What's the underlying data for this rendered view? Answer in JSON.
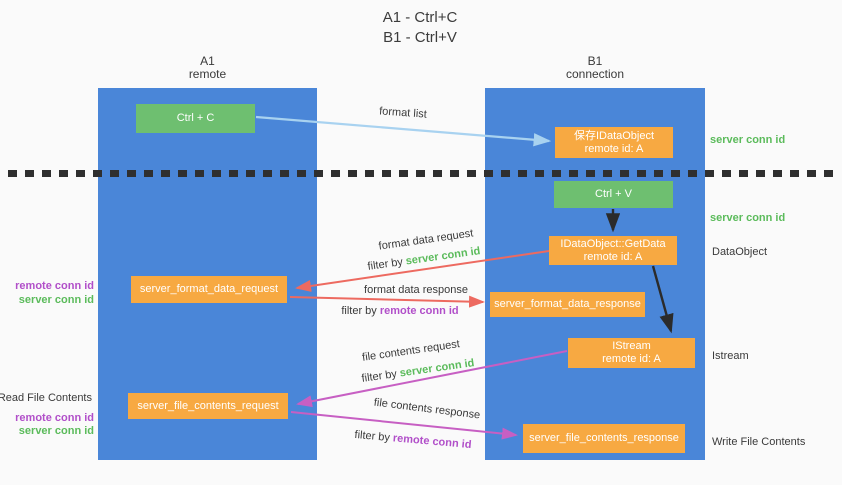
{
  "title": {
    "line1": "A1 - Ctrl+C",
    "line2": "B1 - Ctrl+V"
  },
  "lanes": {
    "a1": {
      "name": "A1",
      "role": "remote"
    },
    "b1": {
      "name": "B1",
      "role": "connection"
    }
  },
  "nodes": {
    "ctrl_c": {
      "label": "Ctrl + C"
    },
    "ctrl_v": {
      "label": "Ctrl + V"
    },
    "save_dataobject": {
      "line1": "保存IDataObject",
      "line2": "remote id: A"
    },
    "getdata": {
      "line1": "IDataObject::GetData",
      "line2": "remote id: A"
    },
    "istream": {
      "line1": "IStream",
      "line2": "remote id: A"
    },
    "server_format_data_request": {
      "label": "server_format_data_request"
    },
    "server_format_data_response": {
      "label": "server_format_data_response"
    },
    "server_file_contents_request": {
      "label": "server_file_contents_request"
    },
    "server_file_contents_response": {
      "label": "server_file_contents_response"
    }
  },
  "left_labels": {
    "pair1": {
      "remote": "remote conn id",
      "server": "server conn id"
    },
    "read_file": "Read File Contents",
    "pair2": {
      "remote": "remote conn id",
      "server": "server conn id"
    }
  },
  "right_labels": {
    "server_conn_top": "server conn id",
    "server_conn_mid": "server conn id",
    "dataobject": "DataObject",
    "istream": "Istream",
    "write_file": "Write File Contents"
  },
  "arrow_labels": {
    "format_list": "format list",
    "format_data_request": "format data request",
    "format_data_response": "format data response",
    "file_contents_request": "file contents request",
    "file_contents_response": "file contents response",
    "filter_by": "filter by",
    "server_conn_id": "server conn id",
    "remote_conn_id": "remote conn id"
  },
  "colors": {
    "lane_blue": "#4a86d8",
    "node_green": "#6ebf70",
    "node_orange": "#f7a942",
    "arrow_blue": "#a8d2f0",
    "arrow_red": "#ed6a60",
    "arrow_magenta": "#c75fc3",
    "arrow_black": "#2b2b2b",
    "text_green": "#5bbb5b",
    "text_purple": "#b14fc9"
  }
}
